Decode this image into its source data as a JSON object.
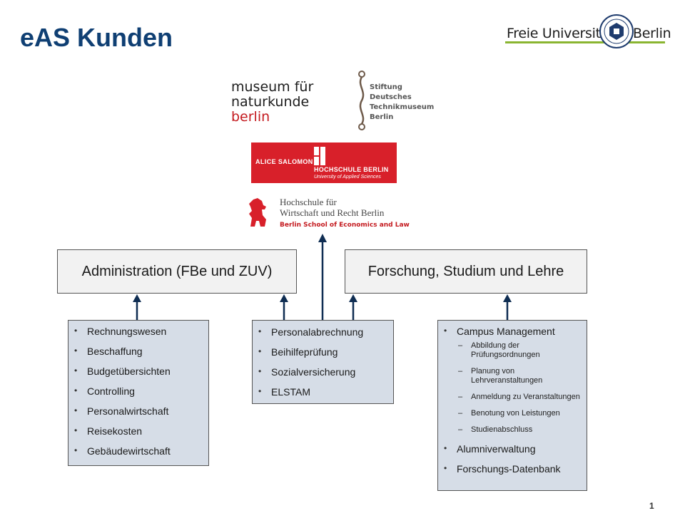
{
  "title": "eAS Kunden",
  "fu_logo": {
    "left_text": "Freie Universität",
    "right_text": "Berlin"
  },
  "logos": {
    "mfn": {
      "line1": "museum für",
      "line2": "naturkunde",
      "line3": "berlin"
    },
    "sdtm": {
      "line1": "Stiftung",
      "line2": "Deutsches",
      "line3": "Technikmuseum",
      "line4": "Berlin"
    },
    "ash": {
      "name": "ALICE SALOMON",
      "hs": "HOCHSCHULE BERLIN",
      "uas": "University of Applied Sciences"
    },
    "hwr": {
      "line1": "Hochschule für",
      "line2": "Wirtschaft und Recht Berlin",
      "sub": "Berlin School of Economics and Law"
    }
  },
  "boxes": {
    "admin": {
      "title": "Administration (FBe und ZUV)"
    },
    "forsch": {
      "title": "Forschung, Studium und Lehre"
    }
  },
  "lists": {
    "admin": [
      "Rechnungswesen",
      "Beschaffung",
      "Budgetübersichten",
      "Controlling",
      "Personalwirtschaft",
      "Reisekosten",
      "Gebäudewirtschaft"
    ],
    "pers": [
      "Personalabrechnung",
      "Beihilfeprüfung",
      "Sozialversicherung",
      "ELSTAM"
    ],
    "forsch": {
      "main": "Campus Management",
      "subs": [
        "Abbildung der Prüfungsordnungen",
        "Planung von Lehrveranstaltungen",
        "Anmeldung zu Veranstaltungen",
        "Benotung von Leistungen",
        "Studienabschluss"
      ],
      "extra": [
        "Alumniverwaltung",
        "Forschungs-Datenbank"
      ]
    }
  },
  "page_number": "1",
  "colors": {
    "title": "#0f3f73",
    "arrow": "#0f2d52",
    "box_fill": "#d6dde7",
    "fu_green": "#8ab531",
    "ash_red": "#d8202a"
  }
}
